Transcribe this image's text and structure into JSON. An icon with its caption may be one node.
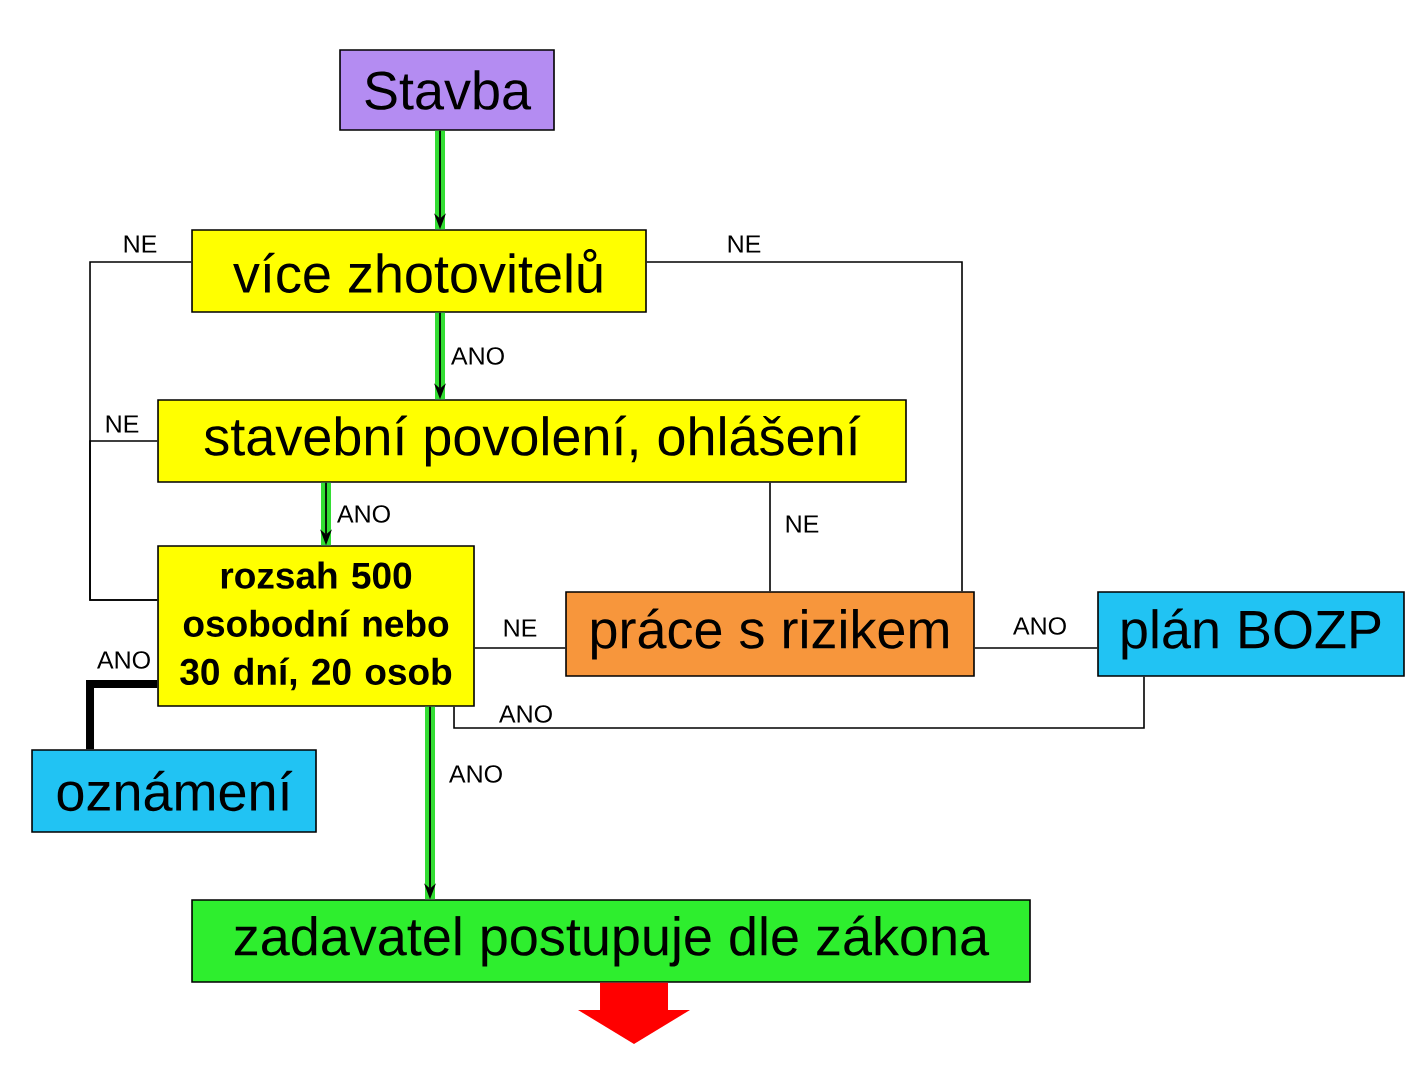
{
  "diagram": {
    "nodes": [
      {
        "text": [
          "Stavba"
        ]
      },
      {
        "text": [
          "více zhotovitelů"
        ]
      },
      {
        "text": [
          "stavební povolení, ohlášení"
        ]
      },
      {
        "text": [
          "rozsah 500 osobodní nebo 30 dní, 20 osob"
        ]
      },
      {
        "text": [
          "práce s rizikem"
        ]
      },
      {
        "text": [
          "plán BOZP"
        ]
      },
      {
        "text": [
          "oznámení"
        ]
      },
      {
        "text": [
          "zadavatel postupuje dle zákona"
        ]
      }
    ],
    "edges": [
      {
        "from": 0,
        "to": 1,
        "arrow": "to",
        "style": "thick",
        "color": "#33dd33"
      },
      {
        "from": 1,
        "to": 2,
        "arrow": "to",
        "label": "ANO",
        "style": "thick",
        "color": "#33dd33"
      },
      {
        "from": 2,
        "to": 3,
        "arrow": "to",
        "label": "ANO",
        "style": "thick",
        "color": "#33dd33"
      },
      {
        "from": 3,
        "to": 7,
        "arrow": "to",
        "label": "ANO",
        "style": "thick",
        "color": "#33dd33"
      },
      {
        "from": 1,
        "to": 3,
        "arrow": "none",
        "label": "NE"
      },
      {
        "from": 2,
        "to": 3,
        "arrow": "none",
        "label": "NE"
      },
      {
        "from": 1,
        "to": 4,
        "arrow": "none",
        "label": "NE"
      },
      {
        "from": 2,
        "to": 4,
        "arrow": "none",
        "label": "NE"
      },
      {
        "from": 3,
        "to": 4,
        "arrow": "none",
        "label": "NE"
      },
      {
        "from": 4,
        "to": 5,
        "arrow": "none",
        "label": "ANO"
      },
      {
        "from": 3,
        "to": 5,
        "arrow": "none",
        "label": "ANO"
      },
      {
        "from": 3,
        "to": 6,
        "arrow": "none",
        "label": "ANO",
        "style": "thick"
      },
      {
        "from": 7,
        "to": null,
        "arrow": "to",
        "style": "thick",
        "color": "#ff0000"
      }
    ]
  }
}
